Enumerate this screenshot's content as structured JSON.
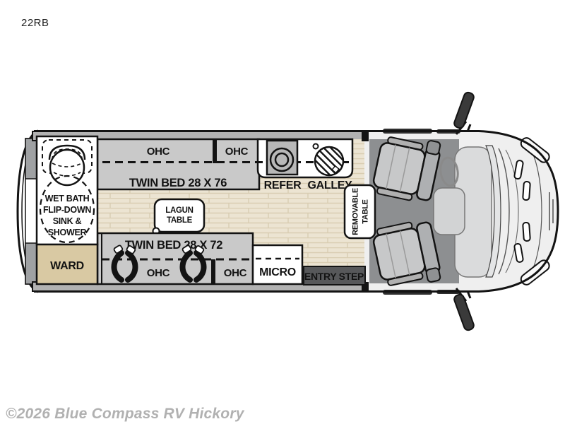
{
  "page": {
    "model": "22RB",
    "watermark": "©2026 Blue Compass RV Hickory"
  },
  "floorplan": {
    "rooms": {
      "wet_bath_lines": [
        "WET BATH",
        "FLIP-DOWN",
        "SINK &",
        "SHOWER"
      ],
      "ward": "WARD",
      "ohc": "OHC",
      "twin_bed_top": "TWIN BED 28 X 76",
      "twin_bed_bottom": "TWIN BED 28 X 72",
      "lagun_table_lines": [
        "LAGUN",
        "TABLE"
      ],
      "refer": "REFER",
      "galley": "GALLEY",
      "removable_table_lines": [
        "REMOVABLE",
        "TABLE"
      ],
      "micro": "MICRO",
      "entry_step": "ENTRY STEP"
    },
    "icons": [
      "toilet-icon",
      "cooktop-burner-icon",
      "sink-icon",
      "grab-handle-icon",
      "seat-icon",
      "steering-wheel-icon",
      "mirror-icon",
      "headlight-icon"
    ],
    "colors": {
      "bed_gray": "#c9c9c9",
      "wall_gray": "#b2b2b2",
      "cab_floor_gray": "#8d8f91",
      "wood_floor": "#ece4d2",
      "wood_line": "#d9cdb2",
      "ward_tan": "#d9c9a3",
      "entry_step_dark": "#57585a",
      "outline_black": "#131313",
      "watermark_gray": "#b1b1b1"
    }
  }
}
